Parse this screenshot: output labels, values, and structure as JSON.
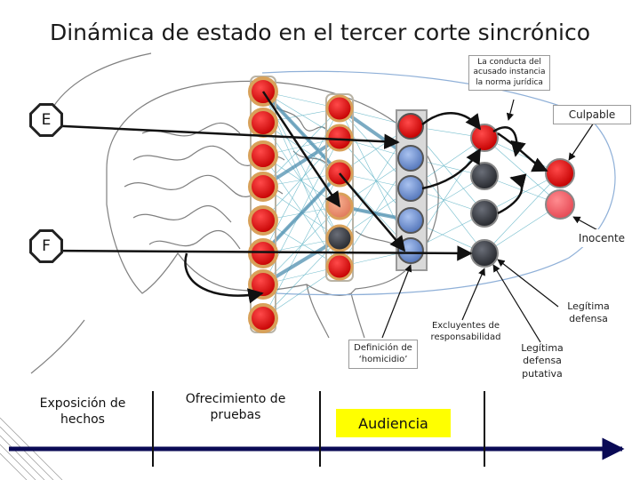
{
  "title": "Dinámica de estado en el tercer corte sincrónico",
  "labels": {
    "conducta": "La conducta del acusado instancia la norma jurídica",
    "culpable": "Culpable",
    "inocente": "Inocente",
    "definicion": "Definición de ‘homicidio’",
    "excluyentes": "Excluyentes de responsabilidad",
    "legitima_defensa": "Legítima defensa",
    "legitima_putativa": "Legítima defensa putativa"
  },
  "inputs": {
    "e": "E",
    "f": "F"
  },
  "timeline": {
    "exposicion": "Exposición de hechos",
    "ofrecimiento": "Ofrecimiento de pruebas",
    "audiencia": "Audiencia"
  },
  "colors": {
    "red": "#e8111a",
    "blue": "#7b9bd6",
    "dark": "#3c3f47",
    "orange_ring": "#d8a15a",
    "highlight": "#ffff00"
  }
}
